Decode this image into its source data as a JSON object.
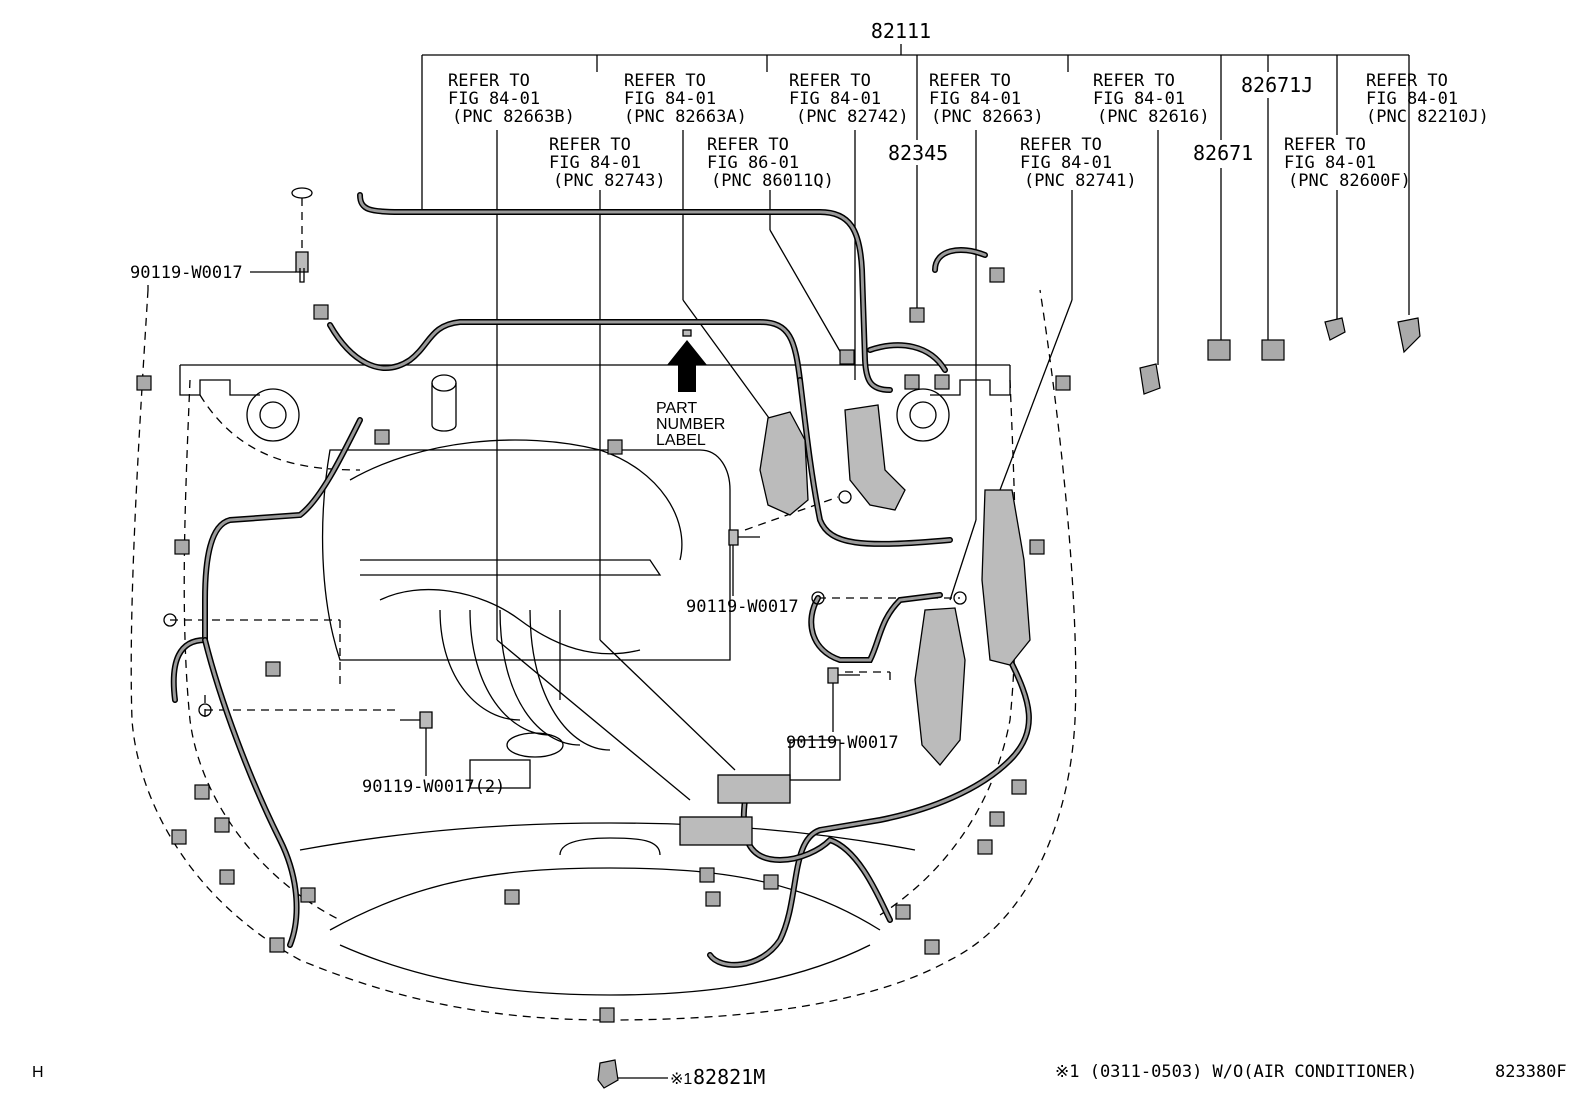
{
  "main_part_number": "82111",
  "refers": [
    {
      "line1": "REFER TO",
      "line2": "FIG 84-01",
      "line3": "(PNC 82663B)"
    },
    {
      "line1": "REFER TO",
      "line2": "FIG 84-01",
      "line3": "(PNC 82663A)"
    },
    {
      "line1": "REFER TO",
      "line2": "FIG 84-01",
      "line3": "(PNC 82742)"
    },
    {
      "line1": "REFER TO",
      "line2": "FIG 84-01",
      "line3": "(PNC 82663)"
    },
    {
      "line1": "REFER TO",
      "line2": "FIG 84-01",
      "line3": "(PNC 82616)"
    },
    {
      "line1": "REFER TO",
      "line2": "FIG 84-01",
      "line3": "(PNC 82210J)"
    },
    {
      "line1": "REFER TO",
      "line2": "FIG 84-01",
      "line3": "(PNC 82743)"
    },
    {
      "line1": "REFER TO",
      "line2": "FIG 86-01",
      "line3": "(PNC 86011Q)"
    },
    {
      "line1": "REFER TO",
      "line2": "FIG 84-01",
      "line3": "(PNC 82741)"
    },
    {
      "line1": "REFER TO",
      "line2": "FIG 84-01",
      "line3": "(PNC 82600F)"
    }
  ],
  "part_numbers": {
    "p82345": "82345",
    "p82671J": "82671J",
    "p82671": "82671",
    "bolt_top": "90119-W0017",
    "bolt_mid": "90119-W0017",
    "bolt_lower_right": "90119-W0017",
    "bolt_lower_left": "90119-W0017(2)",
    "p82821M": "82821M"
  },
  "part_number_label": {
    "line1": "PART",
    "line2": "NUMBER",
    "line3": "LABEL"
  },
  "footer": {
    "left_code": "H",
    "note_mark": "※1",
    "note_text": "※1 (0311-0503) W/O(AIR CONDITIONER)",
    "figure_code": "823380F"
  },
  "colors": {
    "line": "#000000",
    "harness_fill": "#9a9a9a",
    "part_fill": "#bbbbbb",
    "background": "#ffffff"
  }
}
